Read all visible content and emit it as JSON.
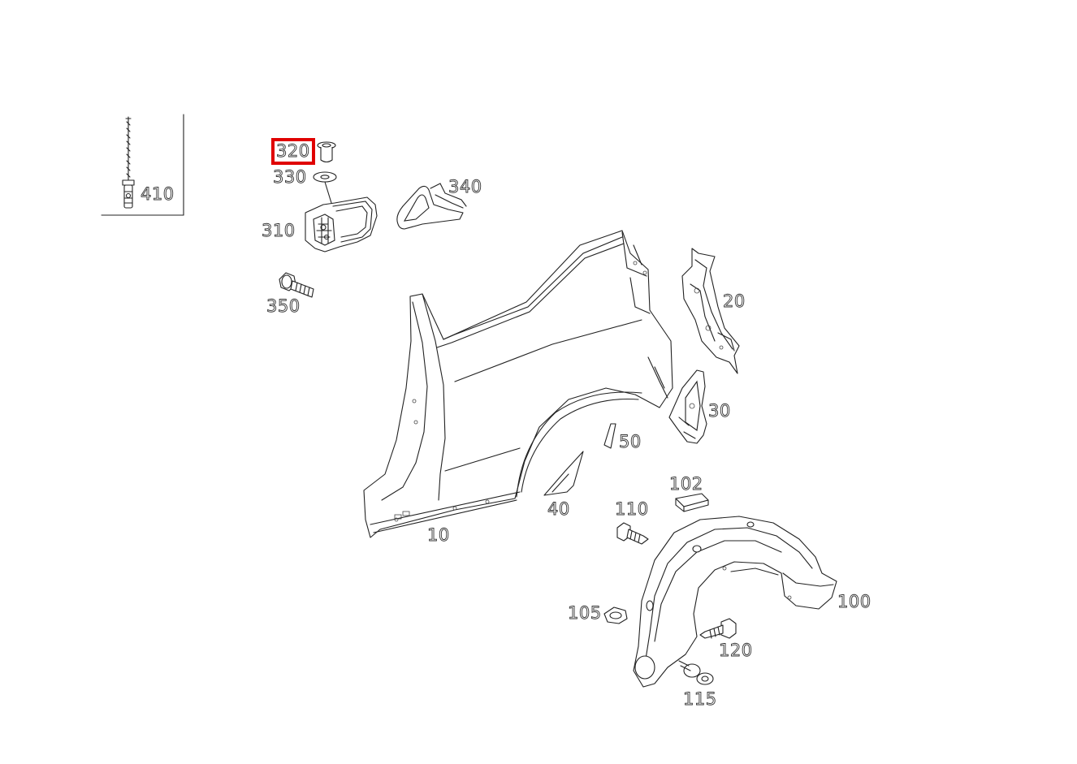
{
  "diagram": {
    "highlight_color": "#e00000",
    "highlighted_part": "320",
    "inset_label": "410",
    "labels": {
      "p10": "10",
      "p20": "20",
      "p30": "30",
      "p40": "40",
      "p50": "50",
      "p100": "100",
      "p102": "102",
      "p105": "105",
      "p110": "110",
      "p115": "115",
      "p120": "120",
      "p310": "310",
      "p320": "320",
      "p330": "330",
      "p340": "340",
      "p350": "350"
    }
  }
}
